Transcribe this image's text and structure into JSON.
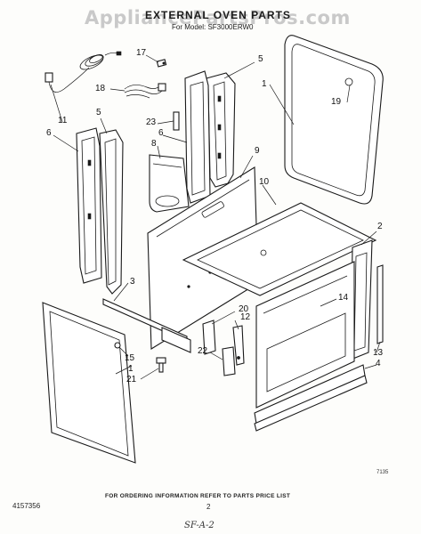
{
  "header": {
    "watermark": "AppliancePartsPros.com",
    "title": "EXTERNAL OVEN PARTS",
    "model_line": "For Model: SF3000ERW0"
  },
  "callouts": {
    "c1": "1",
    "c1b": "1",
    "c2": "2",
    "c3": "3",
    "c4": "4",
    "c5a": "5",
    "c5b": "5",
    "c6a": "6",
    "c6b": "6",
    "c8": "8",
    "c9": "9",
    "c10": "10",
    "c11": "11",
    "c12": "12",
    "c13": "13",
    "c14": "14",
    "c15": "15",
    "c17": "17",
    "c18": "18",
    "c19": "19",
    "c20": "20",
    "c21": "21",
    "c22": "22",
    "c23": "23"
  },
  "footer": {
    "ordering_note": "FOR ORDERING INFORMATION REFER TO PARTS PRICE LIST",
    "document_number": "4157356",
    "page_number": "2",
    "handwritten_note": "SF-A-2",
    "drawing_code": "7135"
  }
}
